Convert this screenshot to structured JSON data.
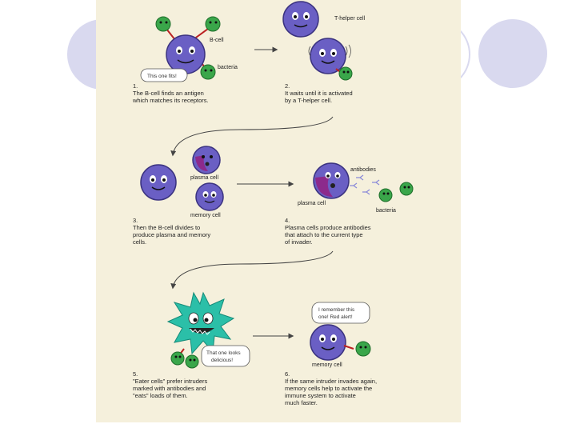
{
  "labels": {
    "t_helper_cell": "T-helper cell",
    "b_cell": "B-cell",
    "bacteria_1": "bacteria",
    "plasma_cell_3": "plasma cell",
    "memory_cell_3": "memory cell",
    "antibodies": "antibodies",
    "plasma_cell_4": "plasma cell",
    "bacteria_4": "bacteria",
    "memory_cell_6": "memory cell"
  },
  "bubbles": {
    "b_cell": "This one fits!",
    "eater_1": "That one looks",
    "eater_2": "delicious!",
    "memory_1": "I remember this",
    "memory_2": "one! Red alert!"
  },
  "steps": [
    {
      "num": "1.",
      "lines": [
        "The B-cell finds an antigen",
        "which matches its receptors."
      ]
    },
    {
      "num": "2.",
      "lines": [
        "It waits until it is activated",
        "by a T-helper cell."
      ]
    },
    {
      "num": "3.",
      "lines": [
        "Then the B-cell divides to",
        "produce plasma and memory",
        "cells."
      ]
    },
    {
      "num": "4.",
      "lines": [
        "Plasma cells produce antibodies",
        "that attach to the current type",
        "of invader."
      ]
    },
    {
      "num": "5.",
      "lines": [
        "\"Eater cells\" prefer intruders",
        "marked with antibodies and",
        "\"eats\" loads of them."
      ]
    },
    {
      "num": "6.",
      "lines": [
        "If the same intruder invades again,",
        "memory cells help to activate the",
        "immune system to activate",
        "much faster."
      ]
    }
  ],
  "colors": {
    "panel_bg": "#f5f0dc",
    "cell_purple": "#6a5fc4",
    "bacteria_green": "#3aa64a",
    "eater_teal": "#2bbfa8",
    "plasma_magenta": "#8c2a8c"
  }
}
